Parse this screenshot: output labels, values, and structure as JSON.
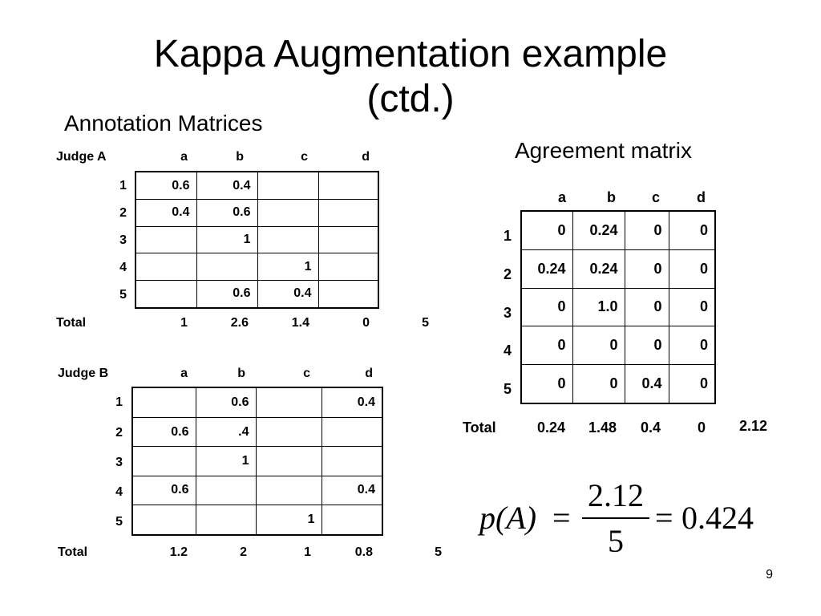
{
  "slide": {
    "title_line1": "Kappa Augmentation example",
    "title_line2": "(ctd.)",
    "subtitle_left": "Annotation Matrices",
    "subtitle_right": "Agreement matrix",
    "page_number": "9"
  },
  "judge_a": {
    "label": "Judge A",
    "columns": [
      "a",
      "b",
      "c",
      "d"
    ],
    "row_labels": [
      "1",
      "2",
      "3",
      "4",
      "5"
    ],
    "rows": [
      [
        "0.6",
        "0.4",
        "",
        ""
      ],
      [
        "0.4",
        "0.6",
        "",
        ""
      ],
      [
        "",
        "1",
        "",
        ""
      ],
      [
        "",
        "",
        "1",
        ""
      ],
      [
        "",
        "0.6",
        "0.4",
        ""
      ]
    ],
    "total_label": "Total",
    "totals": [
      "1",
      "2.6",
      "1.4",
      "0"
    ],
    "grand_total": "5"
  },
  "judge_b": {
    "label": "Judge B",
    "columns": [
      "a",
      "b",
      "c",
      "d"
    ],
    "row_labels": [
      "1",
      "2",
      "3",
      "4",
      "5"
    ],
    "rows": [
      [
        "",
        "0.6",
        "",
        "0.4"
      ],
      [
        "0.6",
        ".4",
        "",
        ""
      ],
      [
        "",
        "1",
        "",
        ""
      ],
      [
        "0.6",
        "",
        "",
        "0.4"
      ],
      [
        "",
        "",
        "1",
        ""
      ]
    ],
    "total_label": "Total",
    "totals": [
      "1.2",
      "2",
      "1",
      "0.8"
    ],
    "grand_total": "5"
  },
  "agreement": {
    "columns": [
      "a",
      "b",
      "c",
      "d"
    ],
    "row_labels": [
      "1",
      "2",
      "3",
      "4",
      "5"
    ],
    "rows": [
      [
        "0",
        "0.24",
        "0",
        "0"
      ],
      [
        "0.24",
        "0.24",
        "0",
        "0"
      ],
      [
        "0",
        "1.0",
        "0",
        "0"
      ],
      [
        "0",
        "0",
        "0",
        "0"
      ],
      [
        "0",
        "0",
        "0.4",
        "0"
      ]
    ],
    "total_label": "Total",
    "totals": [
      "0.24",
      "1.48",
      "0.4",
      "0"
    ],
    "grand_total": "2.12"
  },
  "formula": {
    "lhs": "p(A)",
    "equals": "=",
    "numerator": "2.12",
    "denominator": "5",
    "result": "0.424"
  }
}
